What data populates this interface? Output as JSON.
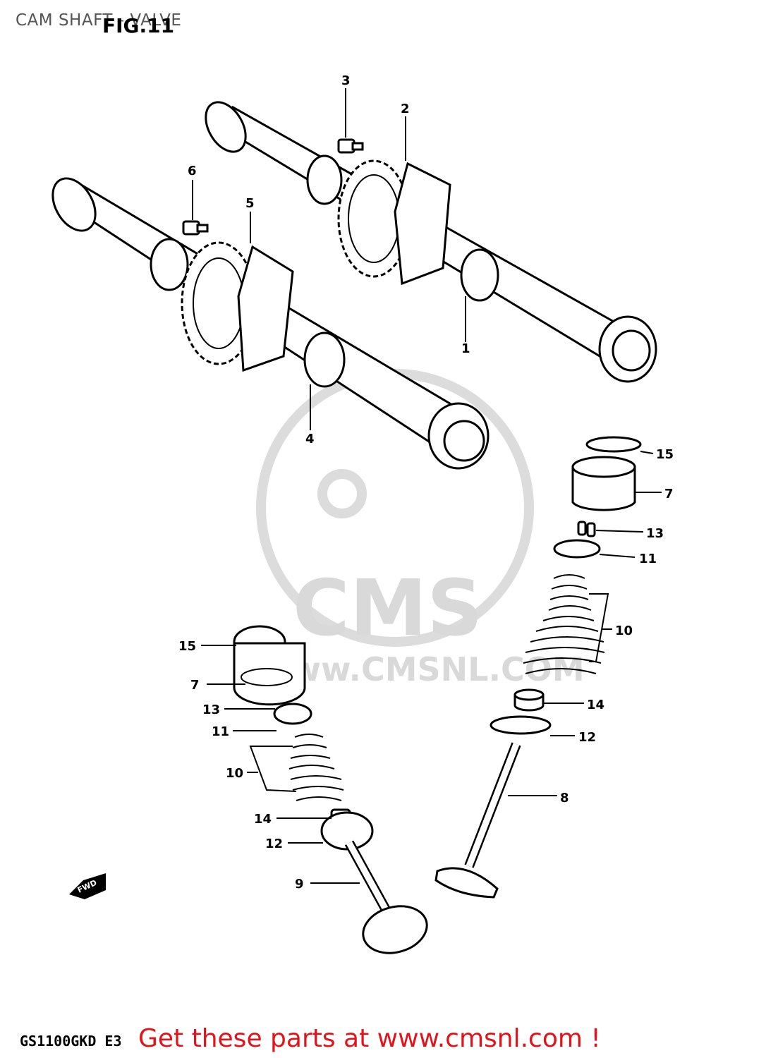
{
  "header": {
    "title": "CAM SHAFT - VALVE",
    "figure": "FIG.11"
  },
  "footer": {
    "model_code": "GS1100GKD E3",
    "promo": "Get these parts at www.cmsnl.com !"
  },
  "watermark": {
    "brand": "CMS",
    "url": "www.CMSNL.COM"
  },
  "direction_badge": "FWD",
  "callouts": {
    "c1": "1",
    "c2": "2",
    "c3": "3",
    "c4": "4",
    "c5": "5",
    "c6": "6",
    "c7a": "7",
    "c7b": "7",
    "c8": "8",
    "c9": "9",
    "c10a": "10",
    "c10b": "10",
    "c11a": "11",
    "c11b": "11",
    "c12a": "12",
    "c12b": "12",
    "c13a": "13",
    "c13b": "13",
    "c14a": "14",
    "c14b": "14",
    "c15a": "15",
    "c15b": "15"
  },
  "colors": {
    "promo_text": "#e1141b",
    "title_text": "#555555",
    "watermark": "#d9d9d9"
  }
}
